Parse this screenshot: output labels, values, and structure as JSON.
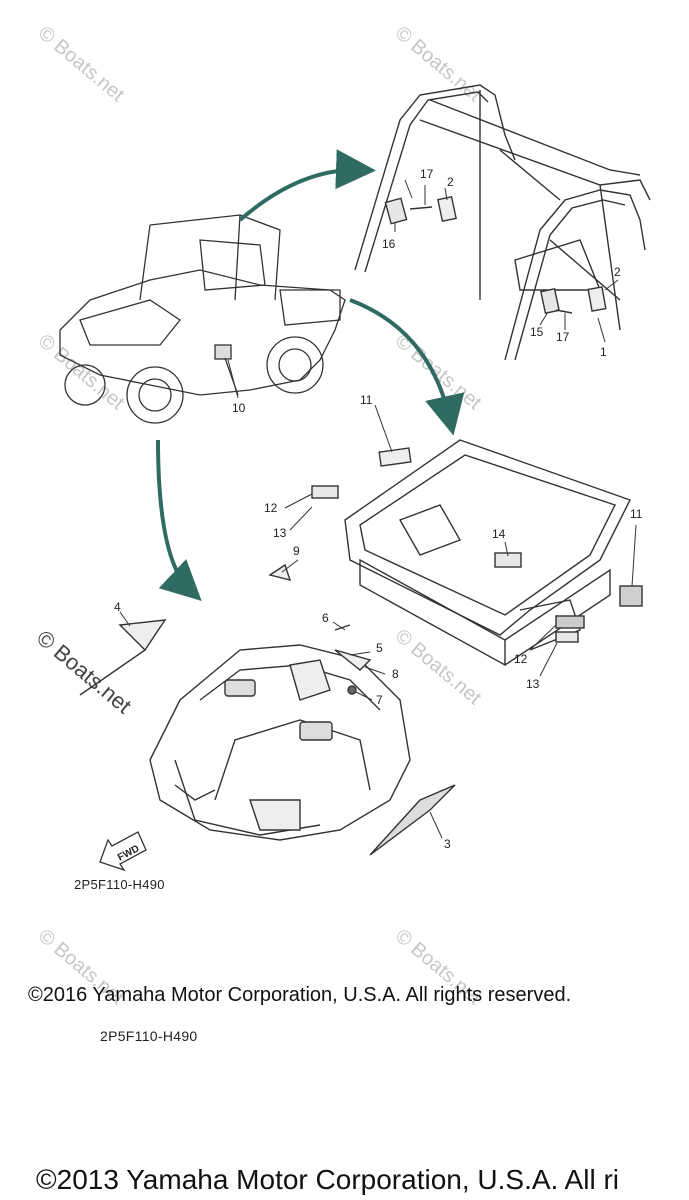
{
  "watermark": "© Boats.net",
  "callouts": [
    "1",
    "2",
    "3",
    "4",
    "5",
    "6",
    "7",
    "8",
    "9",
    "10",
    "11",
    "12",
    "13",
    "14",
    "15",
    "16",
    "17"
  ],
  "fwd_label": "FWD",
  "part_code": "2P5F110-H490",
  "copyright_2016": "©2016 Yamaha Motor Corporation, U.S.A. All rights reserved.",
  "part_code_repeat": "2P5F110-H490",
  "copyright_2013": "©2013 Yamaha Motor Corporation, U.S.A. All ri",
  "colors": {
    "arrow": "#2f6b63",
    "line": "#333333",
    "watermark": "#c6c6c6"
  }
}
